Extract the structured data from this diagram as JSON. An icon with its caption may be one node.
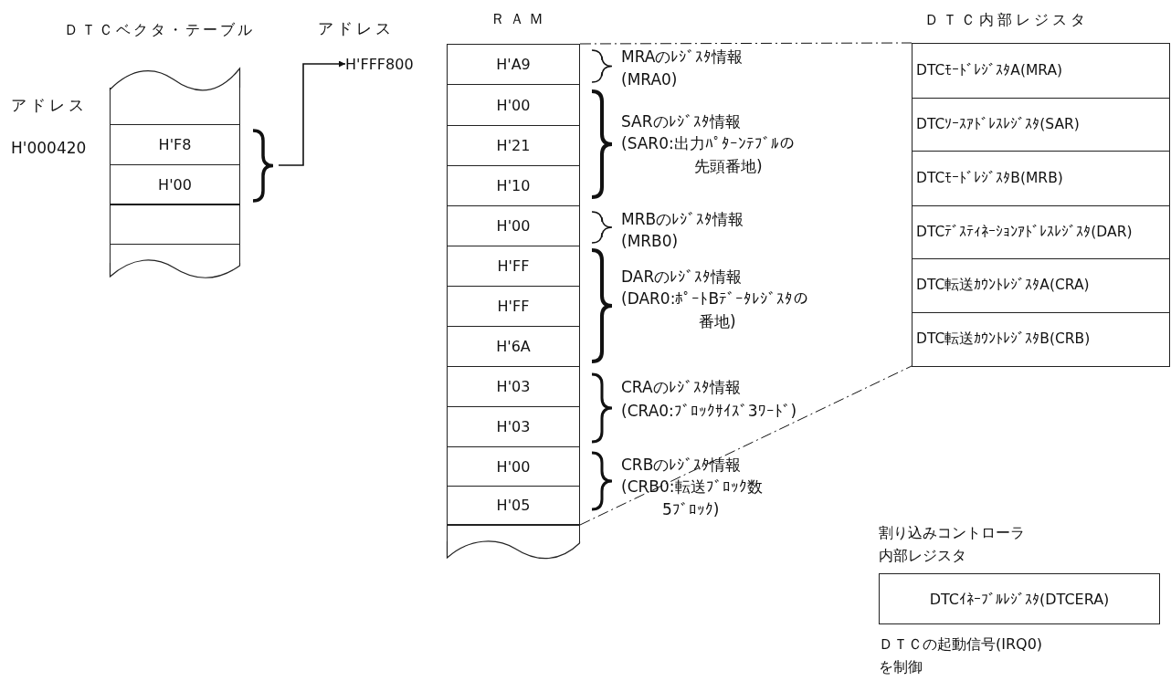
{
  "diagram": {
    "nodes": [
      {
        "text": [
          "ＤＴＣベクタ・テーブル"
        ]
      },
      {
        "text": [],
        "shape": "box",
        "in": 0
      },
      {
        "text": [
          "H'F8"
        ],
        "in": 0
      },
      {
        "text": [
          "H'00"
        ],
        "in": 0
      },
      {
        "text": [],
        "shape": "box",
        "in": 0
      },
      {
        "text": [],
        "shape": "box",
        "in": 0
      },
      {
        "text": [
          "H'FFF800"
        ]
      },
      {
        "text": [
          "ＲＡＭ"
        ]
      },
      {
        "text": [
          "H'A9"
        ],
        "in": 7
      },
      {
        "text": [
          "H'00"
        ],
        "in": 7
      },
      {
        "text": [
          "H'21"
        ],
        "in": 7
      },
      {
        "text": [
          "H'10"
        ],
        "in": 7
      },
      {
        "text": [
          "H'00"
        ],
        "in": 7
      },
      {
        "text": [
          "H'FF"
        ],
        "in": 7
      },
      {
        "text": [
          "H'FF"
        ],
        "in": 7
      },
      {
        "text": [
          "H'6A"
        ],
        "in": 7
      },
      {
        "text": [
          "H'03"
        ],
        "in": 7
      },
      {
        "text": [
          "H'03"
        ],
        "in": 7
      },
      {
        "text": [
          "H'00"
        ],
        "in": 7
      },
      {
        "text": [
          "H'05"
        ],
        "in": 7
      },
      {
        "text": [],
        "shape": "box",
        "in": 7
      },
      {
        "text": [
          "ＤＴＣ内部レジスタ"
        ]
      },
      {
        "text": [
          "DTCﾓｰﾄﾞﾚｼﾞｽﾀA(MRA)"
        ],
        "in": 21
      },
      {
        "text": [
          "DTCｿｰｽｱﾄﾞﾚｽﾚｼﾞｽﾀ(SAR)"
        ],
        "in": 21
      },
      {
        "text": [
          "DTCﾓｰﾄﾞﾚｼﾞｽﾀB(MRB)"
        ],
        "in": 21
      },
      {
        "text": [
          "DTCﾃﾞｽﾃｨﾈｰｼｮﾝｱﾄﾞﾚｽﾚｼﾞｽﾀ(DAR)"
        ],
        "in": 21
      },
      {
        "text": [
          "DTC転送ｶｳﾝﾄﾚｼﾞｽﾀA(CRA)"
        ],
        "in": 21
      },
      {
        "text": [
          "DTC転送ｶｳﾝﾄﾚｼﾞｽﾀB(CRB)"
        ],
        "in": 21
      },
      {
        "text": [
          "割り込みコントローラ内部レジスタ",
          "DTCｲﾈｰﾌﾞﾙﾚｼﾞｽﾀ(DTCERA)"
        ],
        "beside": [
          "ＤＴＣの起動信号(IRQ0)を制御"
        ]
      }
    ],
    "edges": [
      {
        "from": 2,
        "to": 6,
        "arrow": "to"
      },
      {
        "from": 3,
        "to": 6,
        "arrow": "to"
      },
      {
        "from": 7,
        "to": 21,
        "arrow": "none",
        "style": "dashed"
      },
      {
        "from": 19,
        "to": 27,
        "arrow": "none",
        "style": "dashed"
      }
    ],
    "labels": [
      "アドレス",
      "H'000420",
      "アドレス",
      "MRAのﾚｼﾞｽﾀ情報",
      "(MRA0)",
      "SARのﾚｼﾞｽﾀ情報",
      "(SAR0:出力ﾊﾟﾀｰﾝﾃﾌﾞﾙの先頭番地)",
      "MRBのﾚｼﾞｽﾀ情報",
      "(MRB0)",
      "DARのﾚｼﾞｽﾀ情報",
      "(DAR0:ﾎﾟｰﾄBﾃﾞｰﾀﾚｼﾞｽﾀの番地)",
      "CRAのﾚｼﾞｽﾀ情報",
      "(CRA0:ﾌﾞﾛｯｸｻｲｽﾞ3ﾜｰﾄﾞ)",
      "CRBのﾚｼﾞｽﾀ情報",
      "(CRB0:転送ﾌﾞﾛｯｸ数5ﾌﾞﾛｯｸ)"
    ]
  }
}
